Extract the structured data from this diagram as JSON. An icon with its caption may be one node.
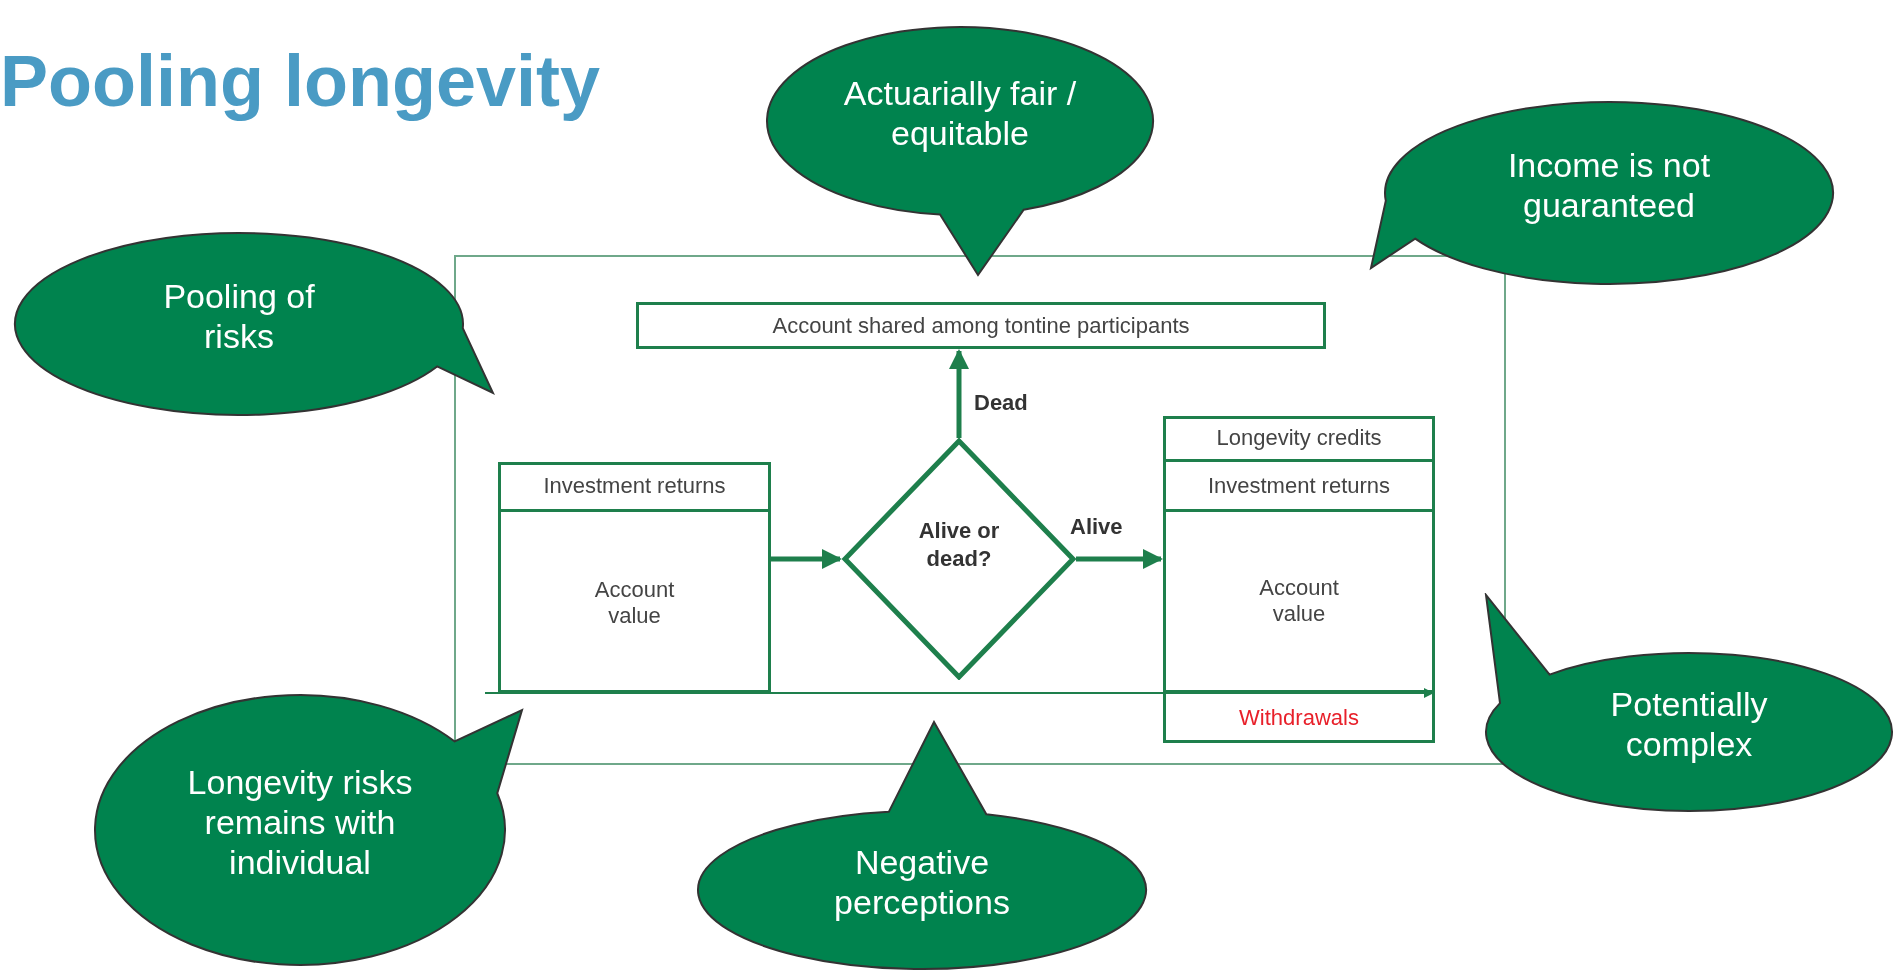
{
  "diagram": {
    "title": "Pooling longevity",
    "nodes": [
      {
        "text": [],
        "shape": "box"
      },
      {
        "text": [
          "Account shared among tontine participants"
        ],
        "in": 0
      },
      {
        "text": [
          "Investment returns",
          "Account value"
        ],
        "in": 0
      },
      {
        "text": [
          "Alive or dead?"
        ],
        "in": 0
      },
      {
        "text": [
          "Longevity credits",
          "Investment returns",
          "Account value",
          "Withdrawals"
        ],
        "in": 0
      },
      {
        "text": [
          "Actuarially fair / equitable"
        ]
      },
      {
        "text": [
          "Income is not guaranteed"
        ]
      },
      {
        "text": [
          "Pooling of risks"
        ]
      },
      {
        "text": [
          "Potentially complex"
        ]
      },
      {
        "text": [
          "Longevity risks remains with individual"
        ]
      },
      {
        "text": [
          "Negative perceptions"
        ]
      }
    ],
    "edges": [
      {
        "from": 2,
        "to": 3,
        "arrow": "to"
      },
      {
        "from": 3,
        "to": 1,
        "arrow": "to",
        "label": "Dead"
      },
      {
        "from": 3,
        "to": 4,
        "arrow": "to",
        "label": "Alive"
      },
      {
        "from": 2,
        "to": 4,
        "arrow": "to"
      }
    ]
  }
}
